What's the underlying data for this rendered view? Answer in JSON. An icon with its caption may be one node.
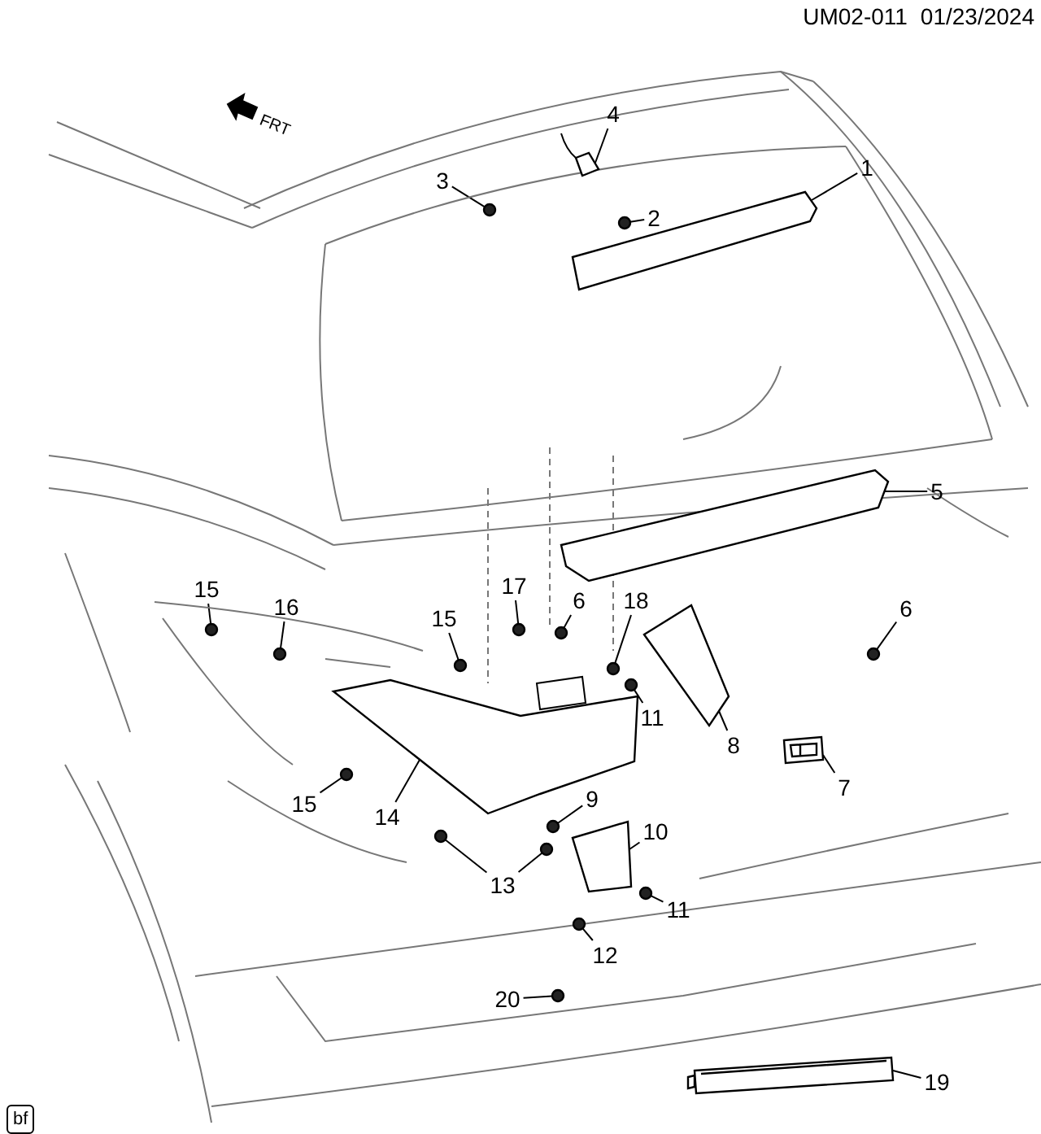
{
  "diagram": {
    "nodes": [
      {
        "text": [
          "4"
        ]
      },
      {
        "text": [
          "1"
        ]
      },
      {
        "text": [
          "3"
        ]
      },
      {
        "text": [
          "2"
        ]
      },
      {
        "text": [
          "5"
        ]
      },
      {
        "text": [
          "15"
        ]
      },
      {
        "text": [
          "17"
        ]
      },
      {
        "text": [
          "6"
        ]
      },
      {
        "text": [
          "18"
        ]
      },
      {
        "text": [
          "16"
        ]
      },
      {
        "text": [
          "6"
        ]
      },
      {
        "text": [
          "15"
        ]
      },
      {
        "text": [
          "11"
        ]
      },
      {
        "text": [
          "8"
        ]
      },
      {
        "text": [
          "7"
        ]
      },
      {
        "text": [
          "9"
        ]
      },
      {
        "text": [
          "15"
        ]
      },
      {
        "text": [
          "14"
        ]
      },
      {
        "text": [
          "10"
        ]
      },
      {
        "text": [
          "13"
        ]
      },
      {
        "text": [
          "11"
        ]
      },
      {
        "text": [
          "12"
        ]
      },
      {
        "text": [
          "20"
        ]
      },
      {
        "text": [
          "19"
        ]
      },
      {
        "text": [],
        "shape": "picture"
      },
      {
        "text": [],
        "shape": "picture"
      },
      {
        "text": [],
        "shape": "circle"
      },
      {
        "text": [],
        "shape": "circle"
      },
      {
        "text": [],
        "shape": "picture"
      },
      {
        "text": [],
        "shape": "circle"
      },
      {
        "text": [],
        "shape": "circle"
      },
      {
        "text": [],
        "shape": "circle"
      },
      {
        "text": [],
        "shape": "circle"
      },
      {
        "text": [],
        "shape": "circle"
      },
      {
        "text": [],
        "shape": "circle"
      },
      {
        "text": [],
        "shape": "circle"
      },
      {
        "text": [],
        "shape": "circle"
      },
      {
        "text": [],
        "shape": "picture"
      },
      {
        "text": [],
        "shape": "picture"
      },
      {
        "text": [],
        "shape": "circle"
      },
      {
        "text": [],
        "shape": "circle"
      },
      {
        "text": [],
        "shape": "picture"
      },
      {
        "text": [],
        "shape": "picture"
      },
      {
        "text": [],
        "shape": "circle"
      },
      {
        "text": [],
        "shape": "circle"
      },
      {
        "text": [],
        "shape": "circle"
      },
      {
        "text": [],
        "shape": "circle"
      },
      {
        "text": [],
        "shape": "circle"
      },
      {
        "text": [],
        "shape": "picture"
      }
    ],
    "edges": [
      {
        "from": 0,
        "to": 24,
        "arrow": "none"
      },
      {
        "from": 1,
        "to": 25,
        "arrow": "none"
      },
      {
        "from": 2,
        "to": 26,
        "arrow": "none"
      },
      {
        "from": 3,
        "to": 27,
        "arrow": "none"
      },
      {
        "from": 4,
        "to": 28,
        "arrow": "none"
      },
      {
        "from": 5,
        "to": 29,
        "arrow": "none"
      },
      {
        "from": 6,
        "to": 30,
        "arrow": "none"
      },
      {
        "from": 7,
        "to": 31,
        "arrow": "none"
      },
      {
        "from": 8,
        "to": 32,
        "arrow": "none"
      },
      {
        "from": 9,
        "to": 33,
        "arrow": "none"
      },
      {
        "from": 10,
        "to": 34,
        "arrow": "none"
      },
      {
        "from": 11,
        "to": 35,
        "arrow": "none"
      },
      {
        "from": 12,
        "to": 36,
        "arrow": "none"
      },
      {
        "from": 13,
        "to": 37,
        "arrow": "none"
      },
      {
        "from": 14,
        "to": 38,
        "arrow": "none"
      },
      {
        "from": 15,
        "to": 39,
        "arrow": "none"
      },
      {
        "from": 16,
        "to": 40,
        "arrow": "none"
      },
      {
        "from": 17,
        "to": 41,
        "arrow": "none"
      },
      {
        "from": 18,
        "to": 42,
        "arrow": "none"
      },
      {
        "from": 19,
        "to": 43,
        "arrow": "none"
      },
      {
        "from": 19,
        "to": 44,
        "arrow": "none"
      },
      {
        "from": 20,
        "to": 45,
        "arrow": "none"
      },
      {
        "from": 21,
        "to": 46,
        "arrow": "none"
      },
      {
        "from": 22,
        "to": 47,
        "arrow": "none"
      },
      {
        "from": 23,
        "to": 48,
        "arrow": "none"
      }
    ],
    "labels": [
      "UM02-011",
      "01/23/2024",
      "FRT",
      "bf"
    ]
  }
}
